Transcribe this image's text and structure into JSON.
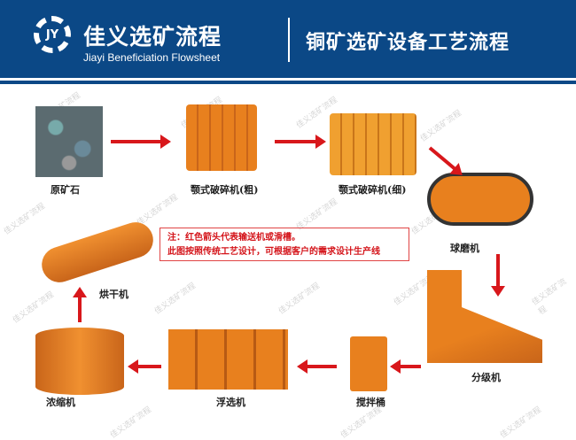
{
  "header": {
    "logo_text": "JY",
    "brand": "佳义选矿流程",
    "subtitle": "Jiayi Beneficiation Flowsheet",
    "title": "铜矿选矿设备工艺流程"
  },
  "watermark": "佳义选矿流程",
  "steps": [
    {
      "label": "原矿石"
    },
    {
      "label": "颚式破碎机(粗)"
    },
    {
      "label": "颚式破碎机(细)"
    },
    {
      "label": "球磨机"
    },
    {
      "label": "分级机"
    },
    {
      "label": "搅拌桶"
    },
    {
      "label": "浮选机"
    },
    {
      "label": "浓缩机"
    },
    {
      "label": "烘干机"
    }
  ],
  "note": {
    "line1": "注：红色箭头代表输送机或滑槽。",
    "line2": "此图按照传统工艺设计，可根据客户的需求设计生产线"
  },
  "colors": {
    "header": "#0b4886",
    "arrow": "#d8171b",
    "machine": "#e8801e"
  }
}
